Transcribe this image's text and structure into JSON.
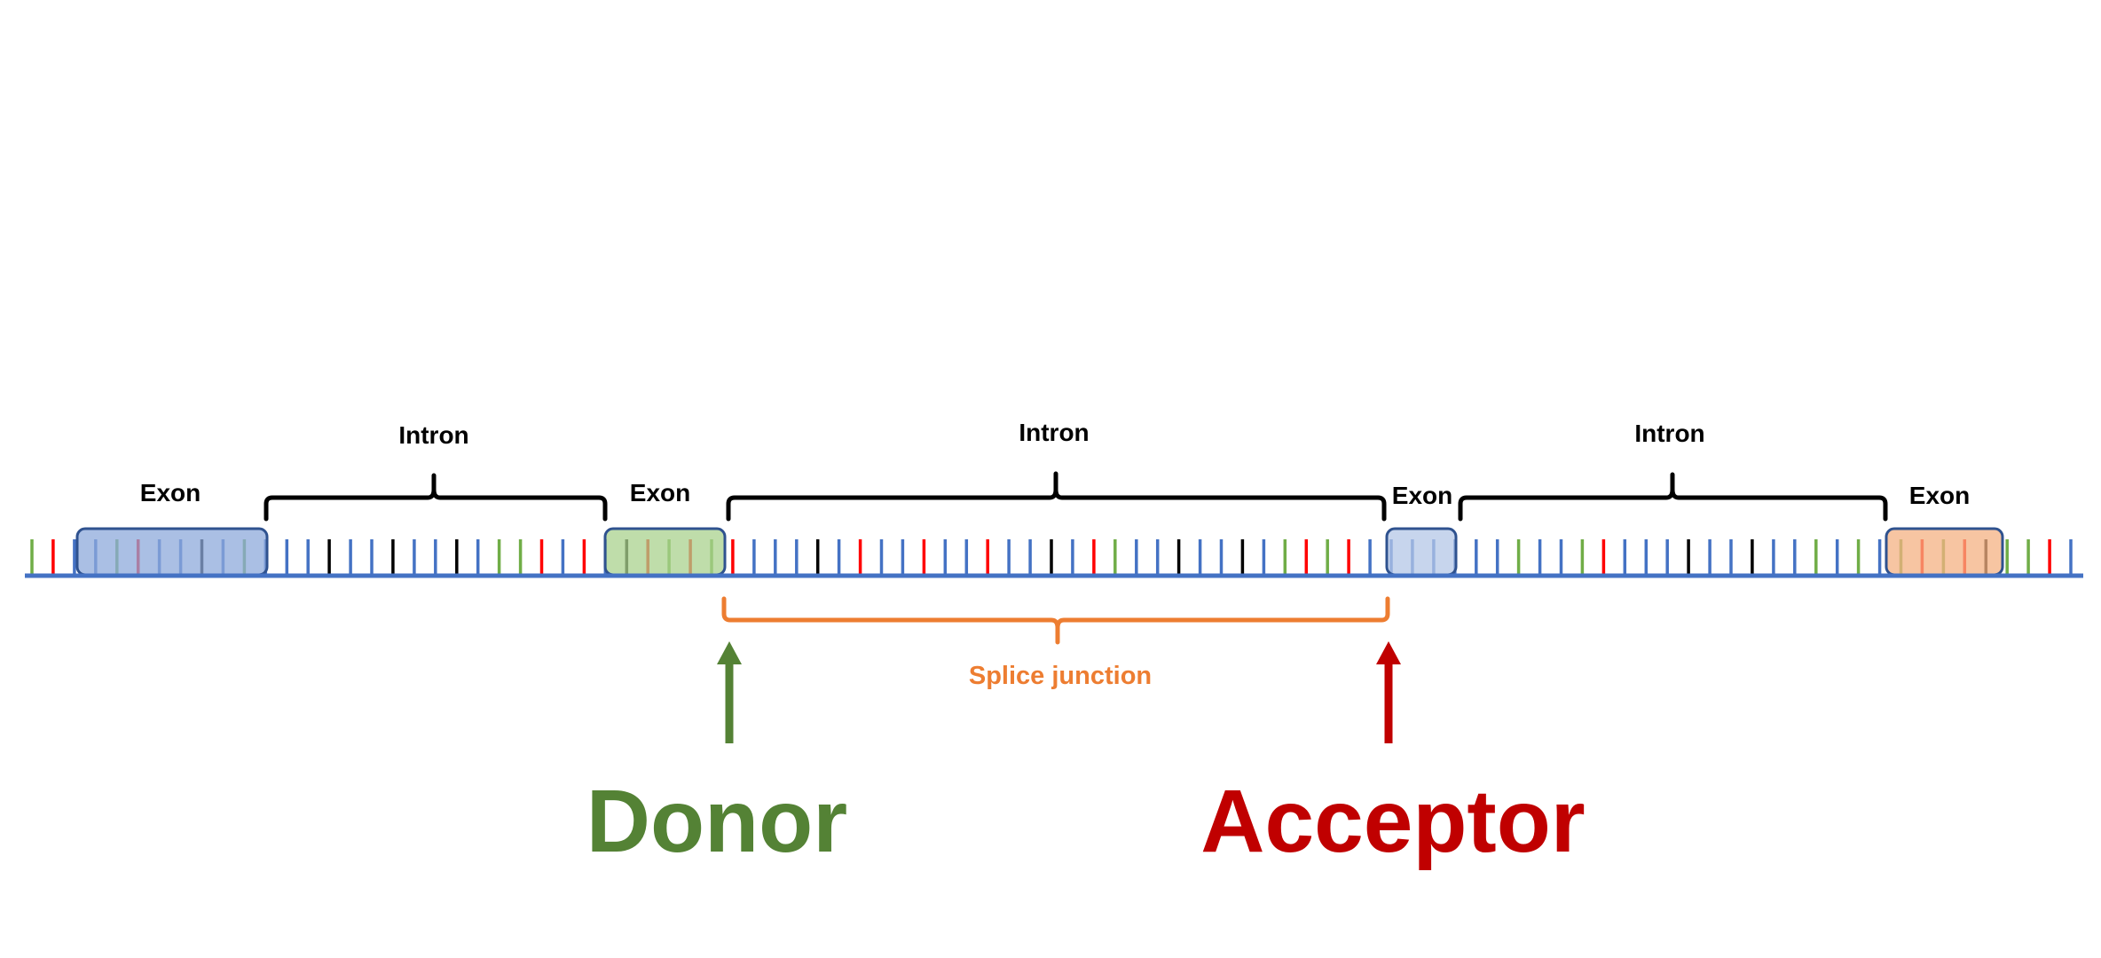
{
  "labels": {
    "exon": "Exon",
    "intron": "Intron",
    "splice_junction": "Splice junction",
    "donor": "Donor",
    "acceptor": "Acceptor"
  },
  "colors": {
    "strand": "#4472C4",
    "tick_blue": "#4472C4",
    "tick_green": "#70AD47",
    "tick_red": "#FF0000",
    "tick_black": "#000000",
    "exon_1_fill": "#8EA9DB",
    "exon_2_fill": "#A9D18E",
    "exon_3_fill": "#B4C7E7",
    "exon_4_fill": "#F4B183",
    "exon_border": "#2F528F",
    "intron_brace": "#000000",
    "splice_brace": "#ED7D31",
    "donor": "#548235",
    "acceptor": "#C00000"
  },
  "sequence": {
    "ticks": [
      "g",
      "r",
      "b",
      "b",
      "g",
      "r",
      "b",
      "b",
      "k",
      "b",
      "g",
      "b",
      "b",
      "b",
      "k",
      "b",
      "b",
      "k",
      "b",
      "b",
      "k",
      "b",
      "g",
      "g",
      "r",
      "b",
      "r",
      "b",
      "k",
      "r",
      "g",
      "r",
      "g",
      "r",
      "b",
      "b",
      "b",
      "k",
      "b",
      "r",
      "b",
      "b",
      "r",
      "b",
      "b",
      "r",
      "b",
      "b",
      "k",
      "b",
      "r",
      "g",
      "b",
      "b",
      "k",
      "b",
      "b",
      "k",
      "b",
      "g",
      "r",
      "g",
      "r",
      "b",
      "b",
      "b",
      "b",
      "b",
      "b",
      "b",
      "g",
      "b",
      "b",
      "g",
      "r",
      "b",
      "b",
      "b",
      "k",
      "b",
      "b",
      "k",
      "b",
      "b",
      "g",
      "b",
      "g",
      "b",
      "g",
      "r",
      "g",
      "r",
      "k",
      "g",
      "g",
      "r",
      "b"
    ]
  }
}
